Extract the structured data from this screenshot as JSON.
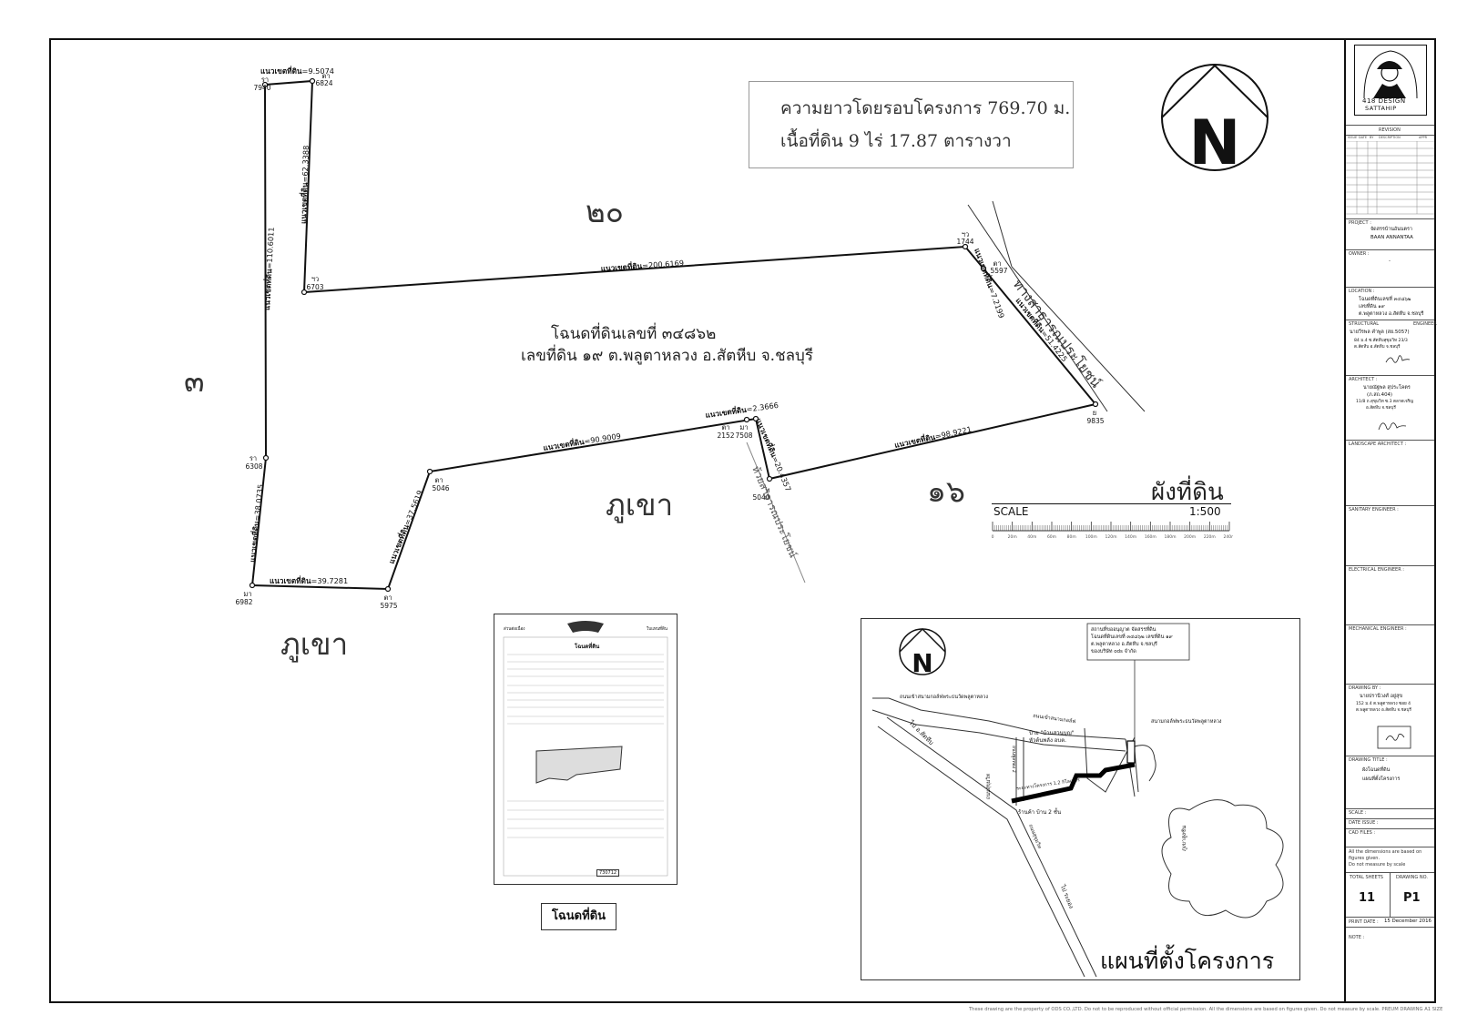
{
  "summary": {
    "perimeter": "ความยาวโดยรอบโครงการ 769.70 ม.",
    "area": "เนื้อที่ดิน 9 ไร่ 17.87 ตารางวา"
  },
  "deed": {
    "line1": "โฉนดที่ดินเลขที่ ๓๔๘๖๒",
    "line2": "เลขที่ดิน ๑๙ ต.พลูตาหลวง อ.สัตหีบ จ.ชลบุรี"
  },
  "neighbors": {
    "north": "๒๐",
    "west": "๓",
    "east": "๑๖",
    "south": "ภูเขา",
    "south_lower": "ภูเขา"
  },
  "road_label": "ทางสาธารณประโยชน์",
  "stream_label": "ห้วยสาธารณประโยชน์",
  "boundary_prefix": "แนวเขตที่ดิน",
  "segments": [
    {
      "id": "s1",
      "value": "=9.5074"
    },
    {
      "id": "s2",
      "value": "=62.3388"
    },
    {
      "id": "s3",
      "value": "=110.6011"
    },
    {
      "id": "s4",
      "value": "=200.6169"
    },
    {
      "id": "s5",
      "value": "=7.2199"
    },
    {
      "id": "s6",
      "value": "=51.4225"
    },
    {
      "id": "s7",
      "value": "=98.9221"
    },
    {
      "id": "s8",
      "value": "=20.4357"
    },
    {
      "id": "s9",
      "value": "=2.3666"
    },
    {
      "id": "s10",
      "value": "=90.9009"
    },
    {
      "id": "s11",
      "value": "=37.5619"
    },
    {
      "id": "s12",
      "value": "=39.7281"
    },
    {
      "id": "s13",
      "value": "=38.0735"
    }
  ],
  "markers": [
    {
      "code": "รา",
      "num": "7940"
    },
    {
      "code": "ตา",
      "num": "6824"
    },
    {
      "code": "ฯว",
      "num": "6703"
    },
    {
      "code": "ฯว",
      "num": "1744"
    },
    {
      "code": "ตา",
      "num": "5597"
    },
    {
      "code": "ย",
      "num": "9835"
    },
    {
      "code": "ท",
      "num": "5040"
    },
    {
      "code": "ตา",
      "num": "2152"
    },
    {
      "code": "มา",
      "num": "7508"
    },
    {
      "code": "ตา",
      "num": "5046"
    },
    {
      "code": "ตา",
      "num": "5975"
    },
    {
      "code": "มา",
      "num": "6982"
    },
    {
      "code": "รา",
      "num": "6308"
    }
  ],
  "plan_title": "ผังที่ดิน",
  "scale": {
    "label": "SCALE",
    "ratio": "1:500",
    "ticks": [
      "0",
      "20m",
      "40m",
      "60m",
      "80m",
      "100m",
      "120m",
      "140m",
      "160m",
      "180m",
      "200m",
      "220m",
      "240m"
    ]
  },
  "deed_caption": "โฉนดที่ดิน",
  "deed_image": {
    "header_left": "ส่วนต่อเนื่อง",
    "header_right": "ใบแทนที่ดิน",
    "title": "โฉนดที่ดิน",
    "stamp": "730712"
  },
  "location_map": {
    "title": "แผนที่ตั้งโครงการ",
    "callout": "สถานที่ขออนุญาต จัดสรรที่ดิน\nโฉนดที่ดินเลขที่ ๓๔๘๖๒ เลขที่ดิน ๑๙\nต.พลูตาหลวง อ.สัตหีบ จ.ชลบุรี\nของบริษัท ods จำกัด",
    "roads": {
      "top": "ถนนเข้าสนามกอล์ฟพระธนวัดพลูตาหลวง",
      "mid": "ถนนเข้าสนามกอล์ฟ",
      "right": "สนามกอล์ฟพระธนวัดพลูตาหลวง",
      "to_sattahip": "ไป อ.สัตหีบ",
      "sukhumvit": "ถนนสุขุมวิท",
      "sukhumvit2": "ถนนสุขุมวิท",
      "to_rayong": "ไป ระยอง",
      "branch": "ถนนพูลทอง 2",
      "route": "ระยะทางโครงการ 1.2 กิโลเมตร",
      "sign": "ป้าย \"บ้านสวนบุญ\"\nหัวต้นพลัง อบต.",
      "shop": "ร้านค้า บ้าน 2 ชั้น",
      "mountain": "ภูเขาสูงชัน"
    }
  },
  "title_block": {
    "logo_line1": "418 DESIGN",
    "logo_line2": "SATTAHIP",
    "revision_label": "REVISION",
    "revision_cols": [
      "ISSUE",
      "DATE",
      "BY",
      "DESCRIPTION",
      "APPR"
    ],
    "project_label": "PROJECT :",
    "project_th": "จัดสรรบ้านอันนตรา",
    "project_en": "BAAN ANNANTAA",
    "owner_label": "OWNER :",
    "owner_value": "-",
    "location_label": "LOCATION :",
    "location_lines": [
      "โฉนดที่ดินเลขที่ ๓๔๘๖๒",
      "เลขที่ดิน ๑๙",
      "ต.พลูตาหลวง อ.สัตหีบ จ.ชลบุรี"
    ],
    "structural_label": "STRUCTURAL",
    "engineer_label": "ENGINEER",
    "structural_lines": [
      "นายวีรพล คำพูล (สย.5057)",
      "84 ม.4 ซ.สัตหีบสุขุมวิท 23/3",
      "ต.สัตหีบ อ.สัตหีบ จ.ชลบุรี"
    ],
    "architect_label": "ARCHITECT :",
    "architect_lines": [
      "นายณัฐพล สุประโคตร",
      "(ภ.สถ.404)",
      "11/8 ถ.สุขุมวิท ซ.3 ตลาดเจริญ",
      "อ.สัตหีบ จ.ชลบุรี"
    ],
    "landscape_label": "LANDSCAPE ARCHITECT :",
    "sanitary_label": "SANITARY ENGINEER :",
    "electrical_label": "ELECTRICAL ENGINEER :",
    "mechanical_label": "MECHANICAL ENGINEER :",
    "drawing_by_label": "DRAWING BY :",
    "drawing_by_lines": [
      "นายปรานีวงศ์ อยู่สุข",
      "152 ม.4 ต.พลูตาหลวง ซอย 4",
      "ต.พลูตาหลวง อ.สัตหีบ จ.ชลบุรี"
    ],
    "drawing_title_label": "DRAWING TITLE :",
    "drawing_title_lines": [
      "ผังโฉนดที่ดิน",
      "แผนที่ตั้งโครงการ"
    ],
    "scale_label": "SCALE :",
    "date_issue_label": "DATE ISSUE :",
    "cad_files_label": "CAD FILES :",
    "note_lines": [
      "All the dimensions are based on",
      "figures given.",
      "Do not measure by scale"
    ],
    "total_sheets_label": "TOTAL SHEETS",
    "drawing_no_label": "DRAWING NO.",
    "total_sheets": "11",
    "drawing_no": "P1",
    "print_date_label": "PRINT DATE :",
    "print_date": "15 December 2016",
    "note_label": "NOTE :"
  },
  "footer": "These drawing are the property of ODS CO.,LTD. Do not to be reproduced without official permission. All the dimensions are based on figures given. Do not measure by scale. PREUM DRAWING A1 SIZE"
}
